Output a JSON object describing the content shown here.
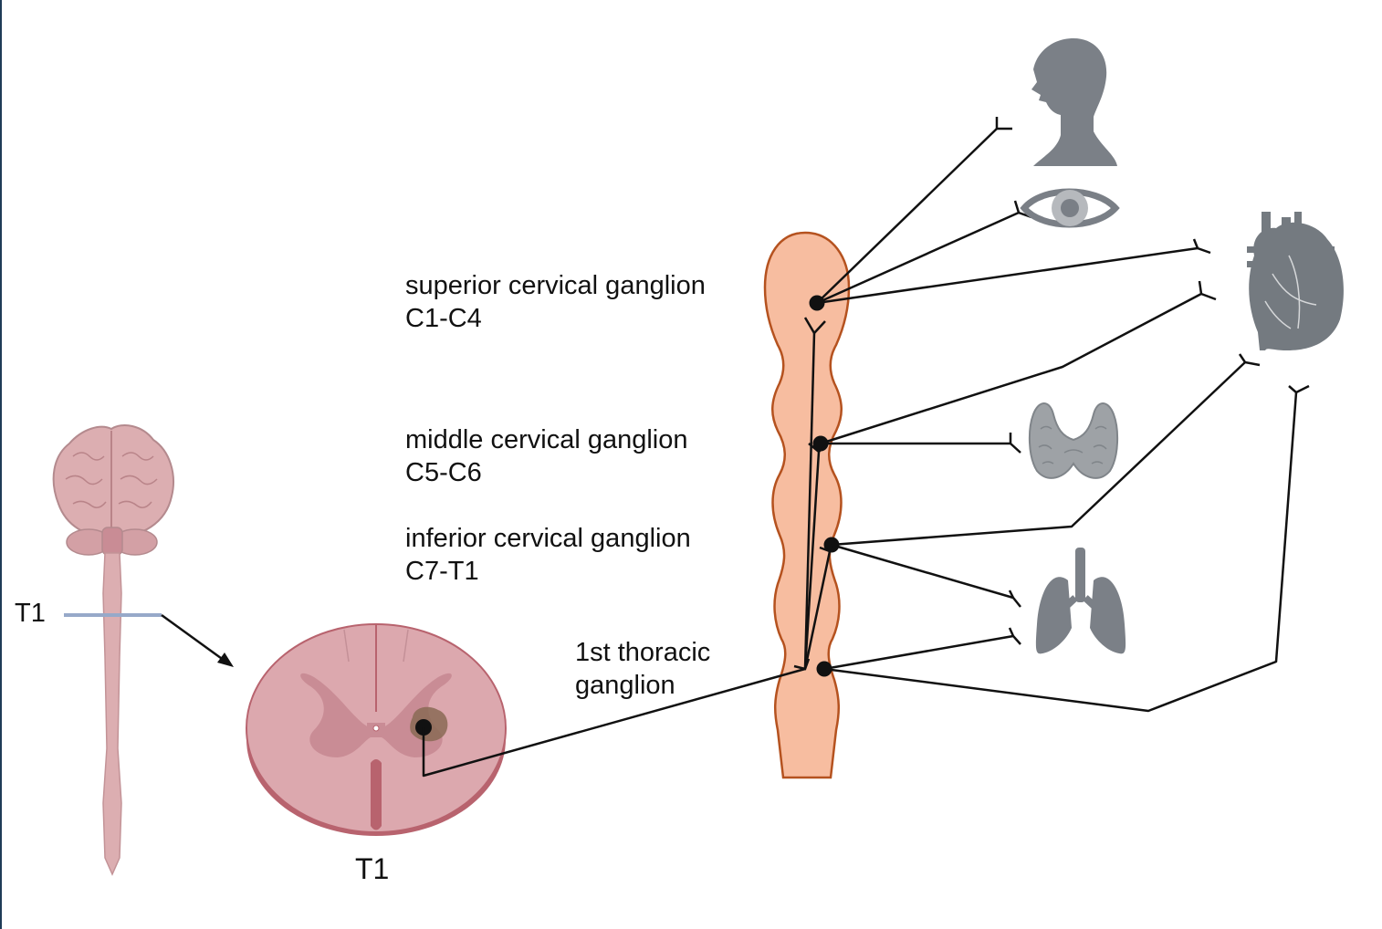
{
  "labels": {
    "t1_level": "T1",
    "t1_section": "T1",
    "superior": {
      "name": "superior cervical ganglion",
      "segments": "C1-C4"
    },
    "middle": {
      "name": "middle cervical ganglion",
      "segments": "C5-C6"
    },
    "inferior": {
      "name": "inferior cervical ganglion",
      "segments": "C7-T1"
    },
    "thoracic": {
      "line1": "1st thoracic",
      "line2": "ganglion"
    }
  },
  "structures": [
    "brain",
    "spinal-cord",
    "spinal-cord-cross-section",
    "sympathetic-chain",
    "head",
    "eye",
    "heart",
    "thyroid",
    "lungs"
  ],
  "colors": {
    "ganglion_fill": "#f7bda0",
    "ganglion_stroke": "#b5521f",
    "cord_fill": "#dba6a8",
    "cord_stroke": "#b06e74",
    "grey_matter": "#c98c95",
    "level_line": "#97a9c9",
    "organ_grey": "#747a80",
    "nerve_line": "#111111"
  }
}
